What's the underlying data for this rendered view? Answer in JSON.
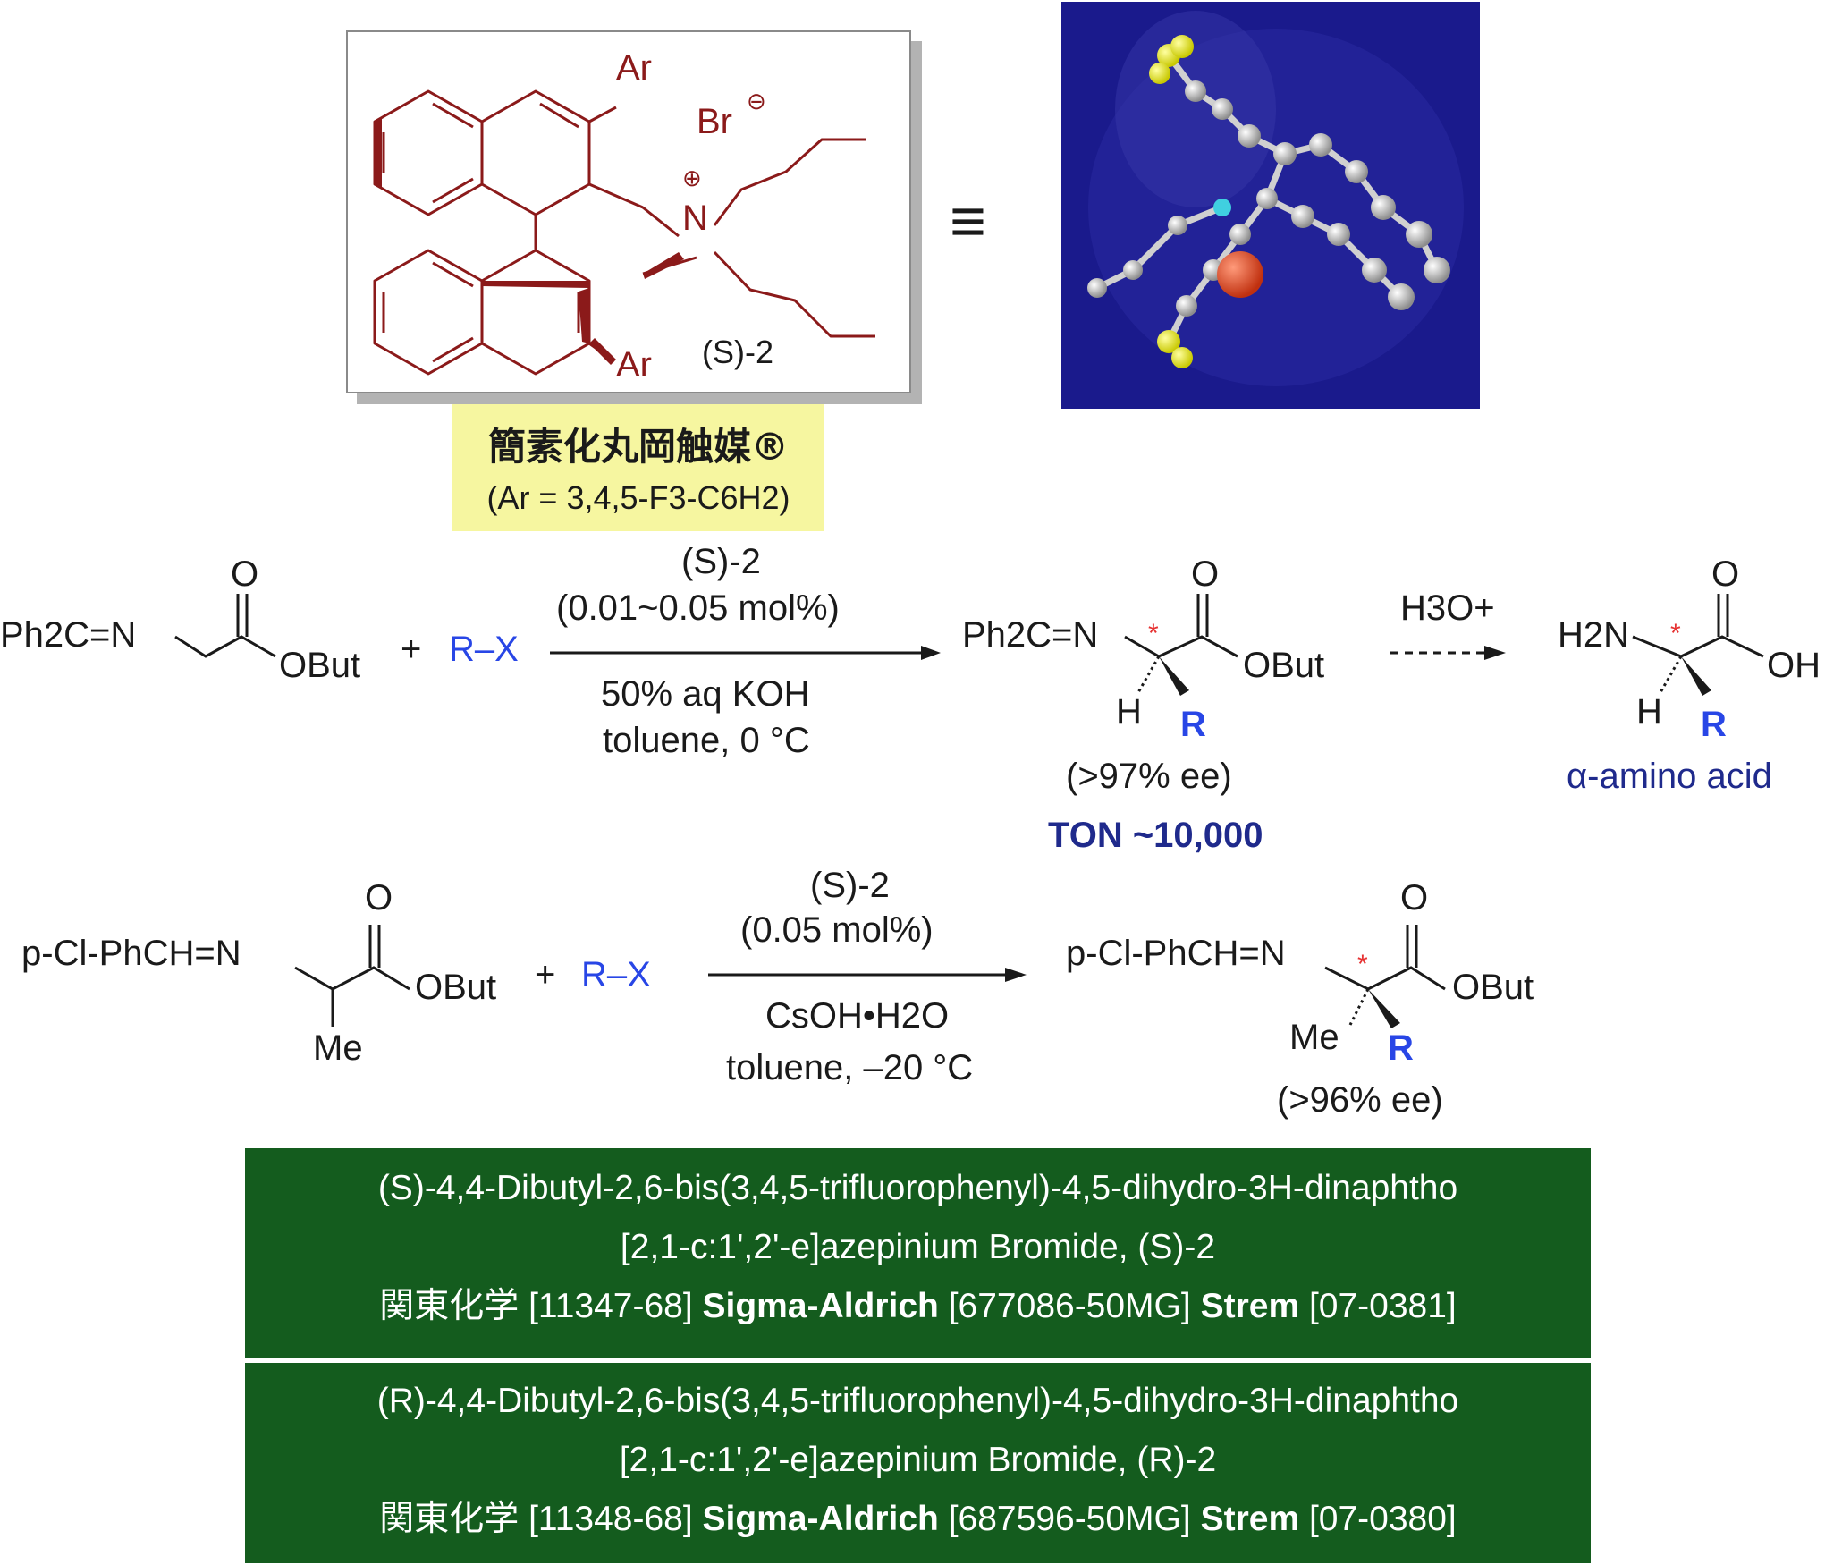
{
  "catalyst": {
    "ar_top": "Ar",
    "ar_bottom": "Ar",
    "counterion": "Br",
    "nitrogen": "N",
    "compound_label": "(S)-2",
    "equiv_symbol": "≡",
    "name_jp": "簡素化丸岡触媒®",
    "ar_definition": "(Ar = 3,4,5-F3-C6H2)"
  },
  "reaction1": {
    "reactant_imine": "Ph2C=N",
    "ester": "OBut",
    "carbonyl_o": "O",
    "plus": "+",
    "rx": "R–X",
    "catalyst": "(S)-2",
    "loading": "(0.01~0.05 mol%)",
    "base": "50% aq KOH",
    "solvent": "toluene, 0 °C",
    "product_imine": "Ph2C=N",
    "product_ee": "(>97% ee)",
    "ton": "TON ~10,000",
    "h_label": "H",
    "r_label": "R",
    "hydrolysis": "H3O+",
    "amine": "H2N",
    "acid_oh": "OH",
    "amino_acid": "α-amino acid"
  },
  "reaction2": {
    "reactant_imine": "p-Cl-PhCH=N",
    "ester": "OBut",
    "carbonyl_o": "O",
    "me_label": "Me",
    "plus": "+",
    "rx": "R–X",
    "catalyst": "(S)-2",
    "loading": "(0.05 mol%)",
    "base": "CsOH•H2O",
    "solvent": "toluene, –20 °C",
    "product_imine": "p-Cl-PhCH=N",
    "r_label": "R",
    "product_ee": "(>96% ee)"
  },
  "box_s": {
    "line1": "(S)-4,4-Dibutyl-2,6-bis(3,4,5-trifluorophenyl)-4,5-dihydro-3H-dinaphtho",
    "line2": "[2,1-c:1',2'-e]azepinium Bromide, (S)-2",
    "kanto": "関東化学",
    "kanto_no": "[11347-68]",
    "sigma": "Sigma-Aldrich",
    "sigma_no": "[677086-50MG]",
    "strem": "Strem",
    "strem_no": "[07-0381]"
  },
  "box_r": {
    "line1": "(R)-4,4-Dibutyl-2,6-bis(3,4,5-trifluorophenyl)-4,5-dihydro-3H-dinaphtho",
    "line2": "[2,1-c:1',2'-e]azepinium Bromide, (R)-2",
    "kanto": "関東化学",
    "kanto_no": "[11348-68]",
    "sigma": "Sigma-Aldrich",
    "sigma_no": "[687596-50MG]",
    "strem": "Strem",
    "strem_no": "[07-0380]"
  },
  "colors": {
    "catalyst_bonds": "#8b1a1a",
    "r_group": "#2846e6",
    "stereo_star": "#e63232",
    "label_bg": "#f6f6a0",
    "product_box": "#145c1e",
    "model_bg": "#1a1a8c"
  }
}
